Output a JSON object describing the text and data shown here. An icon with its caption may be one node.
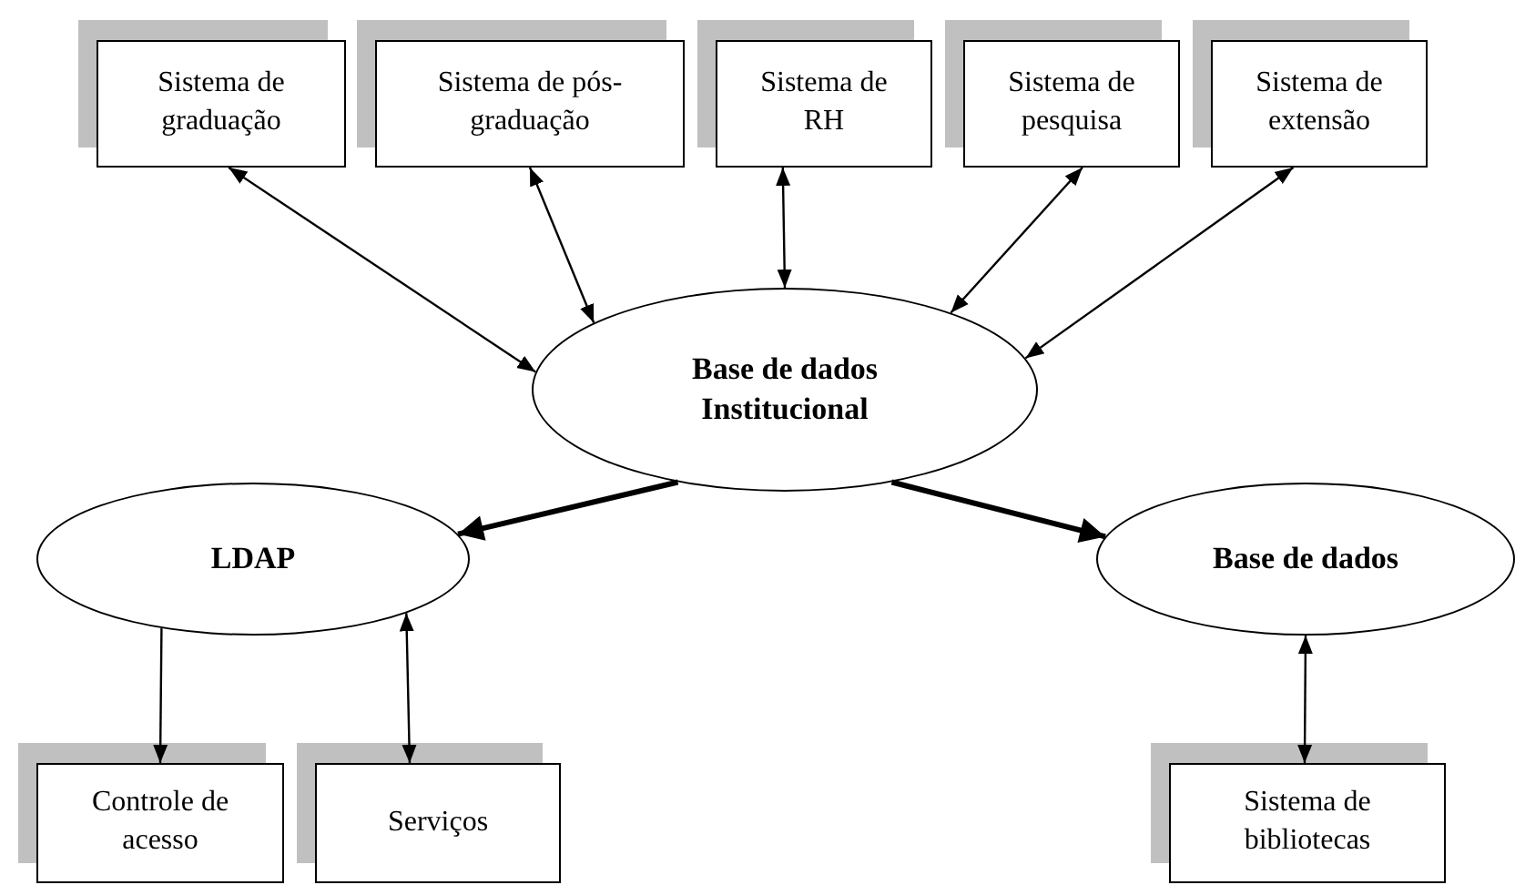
{
  "diagram": {
    "nodes": [
      {
        "text": [
          "Sistema de graduação"
        ]
      },
      {
        "text": [
          "Sistema de pós-graduação"
        ]
      },
      {
        "text": [
          "Sistema de RH"
        ]
      },
      {
        "text": [
          "Sistema de pesquisa"
        ]
      },
      {
        "text": [
          "Sistema de extensão"
        ]
      },
      {
        "text": [
          "Base de dados Institucional"
        ]
      },
      {
        "text": [
          "LDAP"
        ]
      },
      {
        "text": [
          "Base de dados"
        ]
      },
      {
        "text": [
          "Controle de acesso"
        ]
      },
      {
        "text": [
          "Serviços"
        ]
      },
      {
        "text": [
          "Sistema de bibliotecas"
        ]
      }
    ],
    "edges": [
      {
        "from": 0,
        "to": 5,
        "arrow": "both"
      },
      {
        "from": 1,
        "to": 5,
        "arrow": "both"
      },
      {
        "from": 2,
        "to": 5,
        "arrow": "both"
      },
      {
        "from": 3,
        "to": 5,
        "arrow": "both"
      },
      {
        "from": 4,
        "to": 5,
        "arrow": "both"
      },
      {
        "from": 5,
        "to": 6,
        "arrow": "to",
        "style": "thick"
      },
      {
        "from": 5,
        "to": 7,
        "arrow": "to",
        "style": "thick"
      },
      {
        "from": 6,
        "to": 8,
        "arrow": "to"
      },
      {
        "from": 6,
        "to": 9,
        "arrow": "both"
      },
      {
        "from": 7,
        "to": 10,
        "arrow": "both"
      }
    ]
  }
}
